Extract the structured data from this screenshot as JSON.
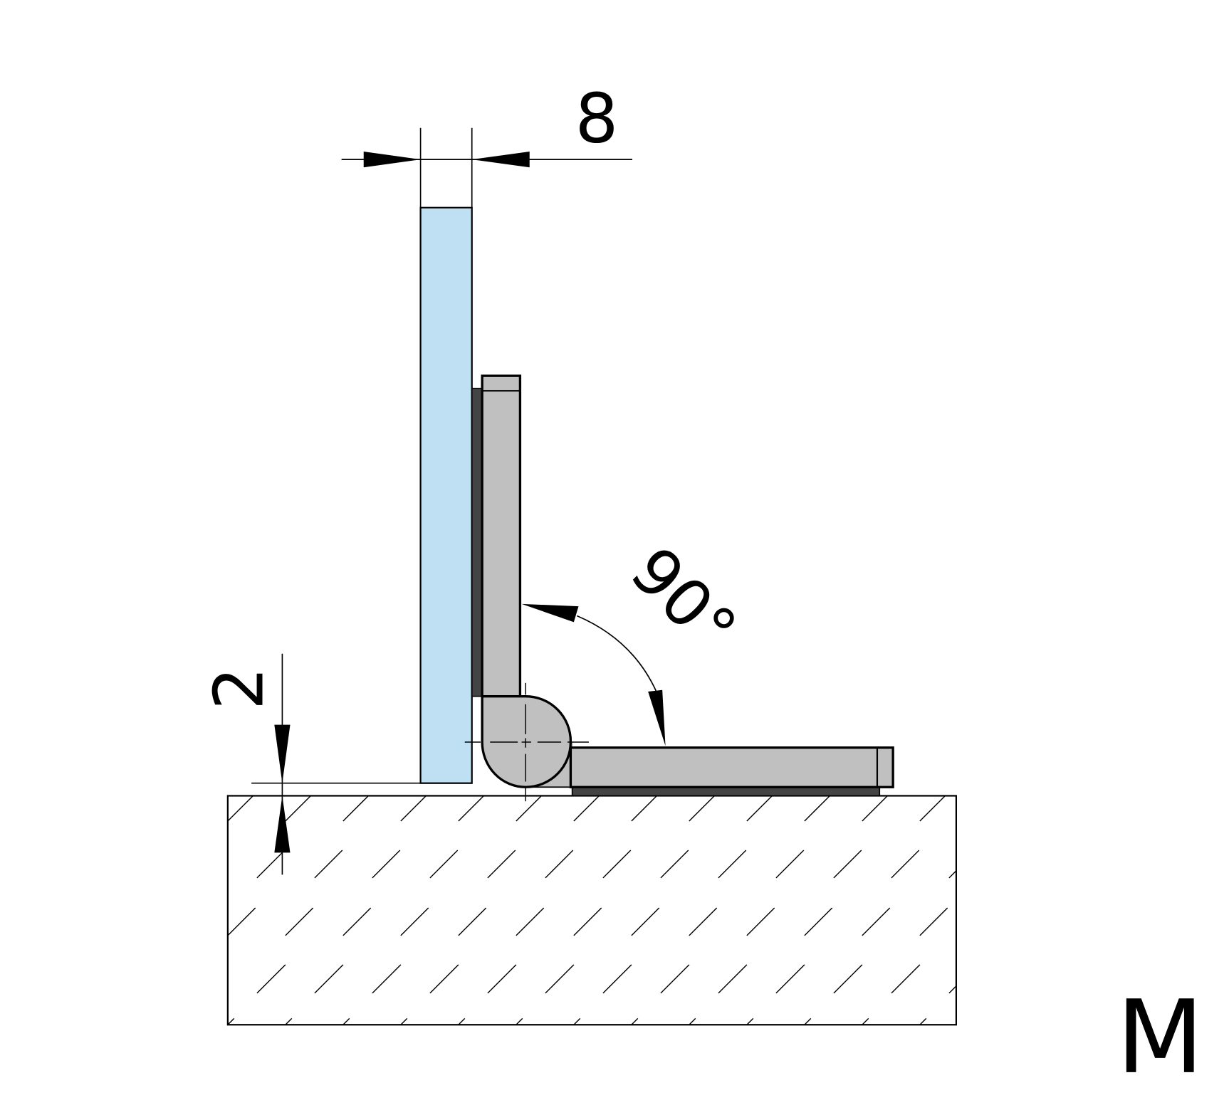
{
  "drawing": {
    "glass_thickness_label": "8",
    "floor_gap_label": "2",
    "opening_angle_label": "90°",
    "variant_label": "M"
  },
  "colors": {
    "glass": "#bfe0f2",
    "hinge_body": "#c0c0c0",
    "gasket": "#444444",
    "line": "#000000"
  }
}
